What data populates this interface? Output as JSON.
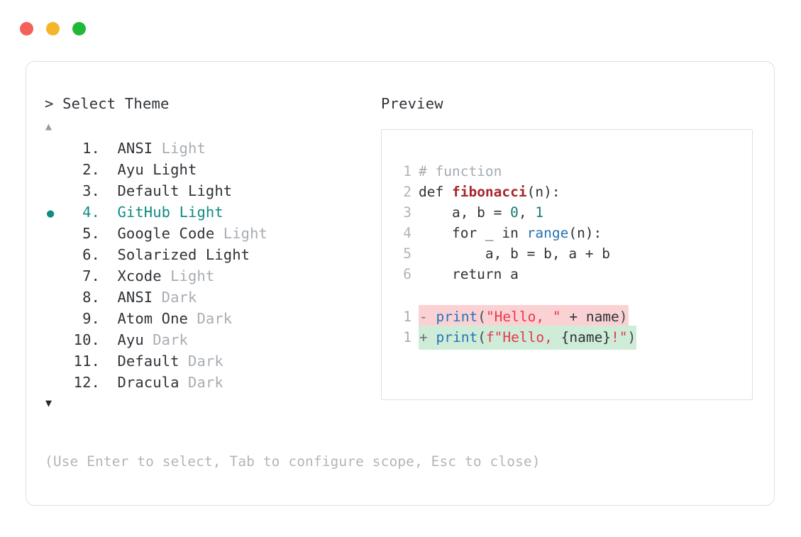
{
  "window": {
    "dots": [
      {
        "name": "close-button",
        "color": "#f4605b"
      },
      {
        "name": "minimize-button",
        "color": "#f5b52b"
      },
      {
        "name": "maximize-button",
        "color": "#22b837"
      }
    ]
  },
  "selector": {
    "prompt": "> Select Theme",
    "scroll_up_glyph": "▲",
    "scroll_down_glyph": "▼",
    "selected_bullet": "●",
    "selected_index": 4,
    "accent_color": "#0f8b83",
    "items": [
      {
        "index": "1.",
        "name": "ANSI",
        "tag": "Light",
        "tag_muted": true,
        "selected": false,
        "bullet": ""
      },
      {
        "index": "2.",
        "name": "Ayu",
        "tag": "Light",
        "tag_muted": false,
        "selected": false,
        "bullet": ""
      },
      {
        "index": "3.",
        "name": "Default",
        "tag": "Light",
        "tag_muted": false,
        "selected": false,
        "bullet": ""
      },
      {
        "index": "4.",
        "name": "GitHub",
        "tag": "Light",
        "tag_muted": false,
        "selected": true,
        "bullet": "●"
      },
      {
        "index": "5.",
        "name": "Google Code",
        "tag": "Light",
        "tag_muted": true,
        "selected": false,
        "bullet": ""
      },
      {
        "index": "6.",
        "name": "Solarized",
        "tag": "Light",
        "tag_muted": false,
        "selected": false,
        "bullet": ""
      },
      {
        "index": "7.",
        "name": "Xcode",
        "tag": "Light",
        "tag_muted": true,
        "selected": false,
        "bullet": ""
      },
      {
        "index": "8.",
        "name": "ANSI",
        "tag": "Dark",
        "tag_muted": true,
        "selected": false,
        "bullet": ""
      },
      {
        "index": "9.",
        "name": "Atom One",
        "tag": "Dark",
        "tag_muted": true,
        "selected": false,
        "bullet": ""
      },
      {
        "index": "10.",
        "name": "Ayu",
        "tag": "Dark",
        "tag_muted": true,
        "selected": false,
        "bullet": ""
      },
      {
        "index": "11.",
        "name": "Default",
        "tag": "Dark",
        "tag_muted": true,
        "selected": false,
        "bullet": ""
      },
      {
        "index": "12.",
        "name": "Dracula",
        "tag": "Dark",
        "tag_muted": true,
        "selected": false,
        "bullet": ""
      }
    ]
  },
  "preview": {
    "label": "Preview",
    "code_lines": [
      {
        "ln": "1",
        "tokens": [
          {
            "t": "# function",
            "c": "comment"
          }
        ]
      },
      {
        "ln": "2",
        "tokens": [
          {
            "t": "def ",
            "c": "kw"
          },
          {
            "t": "fibonacci",
            "c": "fn"
          },
          {
            "t": "(n):",
            "c": "plain"
          }
        ]
      },
      {
        "ln": "3",
        "tokens": [
          {
            "t": "    a, b = ",
            "c": "plain"
          },
          {
            "t": "0",
            "c": "num"
          },
          {
            "t": ", ",
            "c": "plain"
          },
          {
            "t": "1",
            "c": "num"
          }
        ]
      },
      {
        "ln": "4",
        "tokens": [
          {
            "t": "    for _ in ",
            "c": "plain"
          },
          {
            "t": "range",
            "c": "builtin"
          },
          {
            "t": "(n):",
            "c": "plain"
          }
        ]
      },
      {
        "ln": "5",
        "tokens": [
          {
            "t": "        a, b = b, a + b",
            "c": "plain"
          }
        ]
      },
      {
        "ln": "6",
        "tokens": [
          {
            "t": "    return a",
            "c": "plain"
          }
        ]
      }
    ],
    "diff_lines": [
      {
        "ln": "1",
        "mark": "-",
        "kind": "removed",
        "bg": "#fad2d4",
        "tokens": [
          {
            "t": "print",
            "c": "builtin"
          },
          {
            "t": "(",
            "c": "punct"
          },
          {
            "t": "\"Hello, \"",
            "c": "str"
          },
          {
            "t": " + name",
            "c": "plain"
          },
          {
            "t": ")",
            "c": "punct"
          }
        ]
      },
      {
        "ln": "1",
        "mark": "+",
        "kind": "added",
        "bg": "#cfecd9",
        "tokens": [
          {
            "t": "print",
            "c": "builtin"
          },
          {
            "t": "(",
            "c": "punct"
          },
          {
            "t": "f\"Hello, ",
            "c": "str"
          },
          {
            "t": "{name}",
            "c": "plain"
          },
          {
            "t": "!\"",
            "c": "str"
          },
          {
            "t": ")",
            "c": "punct"
          }
        ]
      }
    ]
  },
  "footer": {
    "hint": "(Use Enter to select, Tab to configure scope, Esc to close)"
  }
}
